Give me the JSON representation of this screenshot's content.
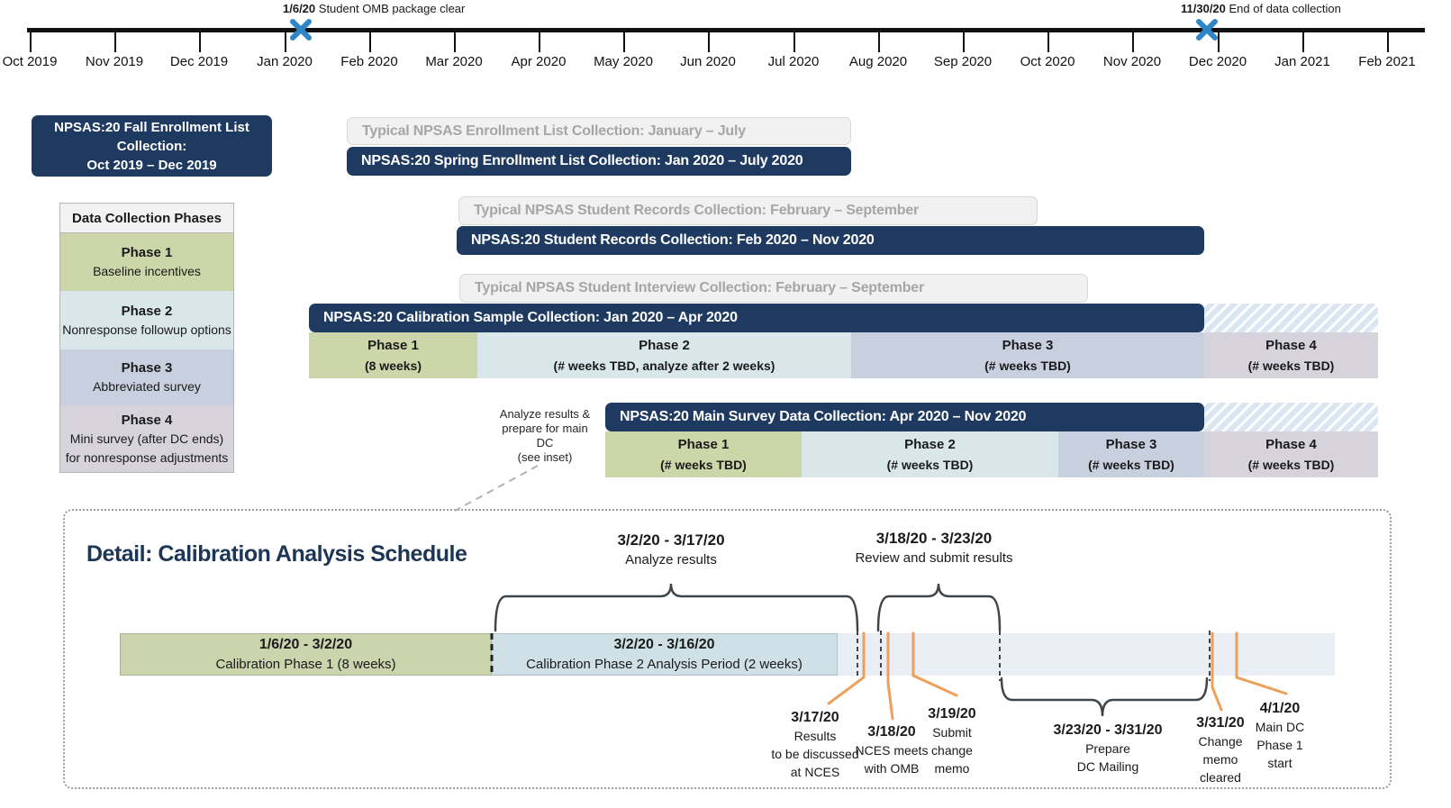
{
  "timeline": {
    "months": [
      "Oct 2019",
      "Nov 2019",
      "Dec 2019",
      "Jan 2020",
      "Feb 2020",
      "Mar 2020",
      "Apr 2020",
      "May 2020",
      "Jun 2020",
      "Jul 2020",
      "Aug 2020",
      "Sep 2020",
      "Oct 2020",
      "Nov 2020",
      "Dec 2020",
      "Jan 2021",
      "Feb 2021"
    ],
    "markers": [
      {
        "date": "1/6/20",
        "label": " Student OMB package clear"
      },
      {
        "date": "11/30/20",
        "label": " End of data collection"
      }
    ],
    "marker_color": "#2e86c6"
  },
  "colors": {
    "navy": "#1f3a60",
    "phase1_green": "#ccd6a8",
    "phase2_cyan": "#d9e7ea",
    "phase3_bluegray": "#c8d0df",
    "phase4_lavender": "#d6d3dd",
    "orange": "#eda05c",
    "strip": "#e9edf4"
  },
  "bars": {
    "fall_box_lines": [
      "NPSAS:20 Fall Enrollment List",
      "Collection:",
      "Oct 2019 – Dec 2019"
    ],
    "typical_enrollment": "Typical NPSAS Enrollment List Collection: January – July",
    "spring_enrollment": "NPSAS:20 Spring Enrollment List Collection: Jan 2020 – July 2020",
    "typical_records": "Typical NPSAS Student Records Collection: February – September",
    "records": "NPSAS:20 Student Records Collection: Feb 2020 – Nov 2020",
    "typical_interview": "Typical NPSAS Student Interview Collection: February – September",
    "calibration": "NPSAS:20 Calibration Sample Collection: Jan 2020 – Apr 2020",
    "main_survey": "NPSAS:20 Main Survey Data Collection: Apr 2020 – Nov 2020"
  },
  "legend": {
    "title": "Data Collection Phases",
    "phases": [
      {
        "name": "Phase 1",
        "desc_lines": [
          "Baseline incentives"
        ]
      },
      {
        "name": "Phase 2",
        "desc_lines": [
          "Nonresponse followup options"
        ]
      },
      {
        "name": "Phase 3",
        "desc_lines": [
          "Abbreviated survey"
        ]
      },
      {
        "name": "Phase 4",
        "desc_lines": [
          "Mini survey (after DC ends)",
          "for nonresponse adjustments"
        ]
      }
    ]
  },
  "calibration_phases": [
    {
      "name": "Phase 1",
      "detail": "(8 weeks)"
    },
    {
      "name": "Phase 2",
      "detail": "(# weeks TBD, analyze after 2 weeks)"
    },
    {
      "name": "Phase 3",
      "detail": "(# weeks TBD)"
    },
    {
      "name": "Phase 4",
      "detail": "(# weeks TBD)"
    }
  ],
  "main_phases": [
    {
      "name": "Phase 1",
      "detail": "(# weeks TBD)"
    },
    {
      "name": "Phase 2",
      "detail": "(# weeks TBD)"
    },
    {
      "name": "Phase 3",
      "detail": "(# weeks TBD)"
    },
    {
      "name": "Phase 4",
      "detail": "(# weeks TBD)"
    }
  ],
  "analyze_note_lines": [
    "Analyze results &",
    "prepare for main",
    "DC",
    "(see inset)"
  ],
  "inset": {
    "title": "Detail: Calibration Analysis Schedule",
    "bars": [
      {
        "date": "1/6/20 - 3/2/20",
        "label": "Calibration Phase 1 (8 weeks)"
      },
      {
        "date": "3/2/20 - 3/16/20",
        "label": "Calibration Phase 2 Analysis Period (2 weeks)"
      }
    ],
    "braces": [
      {
        "date": "3/2/20 - 3/17/20",
        "label": "Analyze results"
      },
      {
        "date": "3/18/20 - 3/23/20",
        "label": "Review and submit results"
      }
    ],
    "callouts": [
      {
        "date": "3/17/20",
        "lines": [
          "Results",
          "to be discussed",
          "at NCES"
        ]
      },
      {
        "date": "3/18/20",
        "lines": [
          "NCES meets",
          "with OMB"
        ]
      },
      {
        "date": "3/19/20",
        "lines": [
          "Submit",
          "change",
          "memo"
        ]
      },
      {
        "date": "3/23/20 - 3/31/20",
        "lines": [
          "Prepare",
          "DC Mailing"
        ]
      },
      {
        "date": "3/31/20",
        "lines": [
          "Change",
          "memo",
          "cleared"
        ]
      },
      {
        "date": "4/1/20",
        "lines": [
          "Main DC",
          "Phase 1",
          "start"
        ]
      }
    ]
  }
}
